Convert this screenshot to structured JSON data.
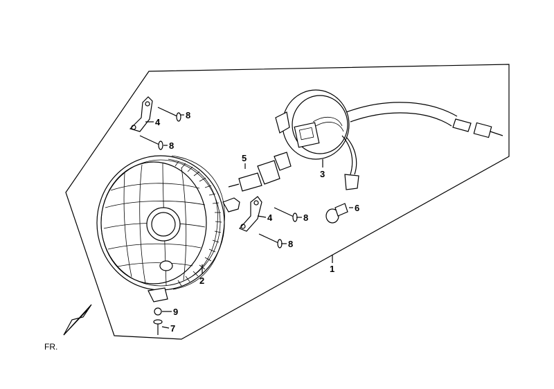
{
  "diagram": {
    "callouts": [
      {
        "id": "c1",
        "text": "1"
      },
      {
        "id": "c2",
        "text": "2"
      },
      {
        "id": "c3",
        "text": "3"
      },
      {
        "id": "c4a",
        "text": "4"
      },
      {
        "id": "c4b",
        "text": "4"
      },
      {
        "id": "c5",
        "text": "5"
      },
      {
        "id": "c6",
        "text": "6"
      },
      {
        "id": "c7",
        "text": "7"
      },
      {
        "id": "c8a",
        "text": "8"
      },
      {
        "id": "c8b",
        "text": "8"
      },
      {
        "id": "c8c",
        "text": "8"
      },
      {
        "id": "c8d",
        "text": "8"
      },
      {
        "id": "c9",
        "text": "9"
      }
    ],
    "direction_label": "FR."
  }
}
